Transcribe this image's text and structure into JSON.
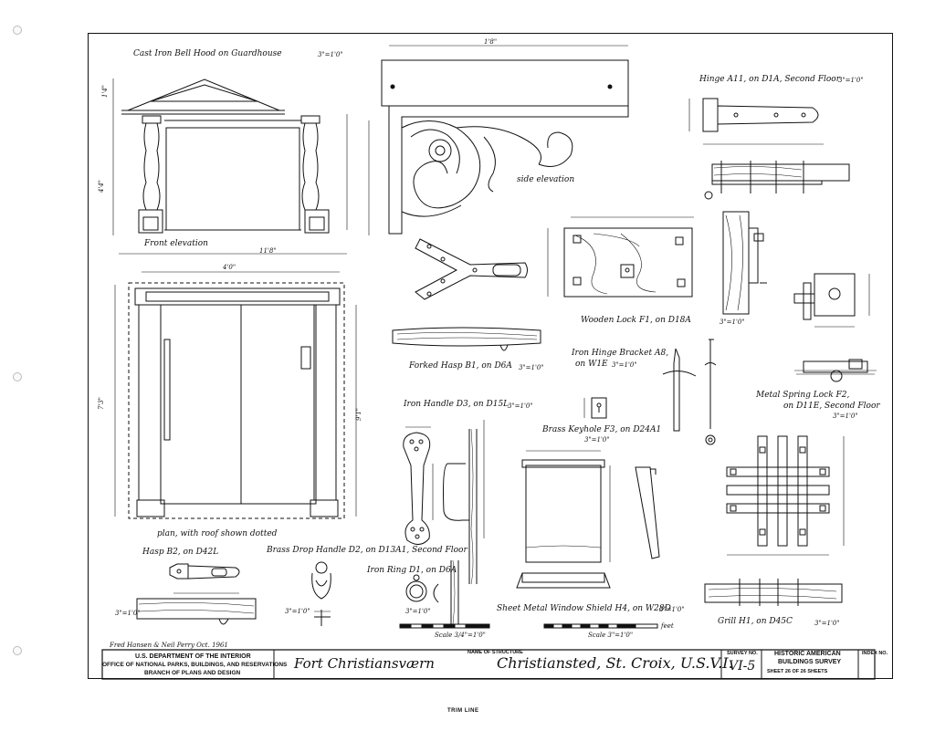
{
  "drawings": {
    "bell_hood_title": "Cast Iron Bell Hood on Guardhouse",
    "bell_hood_scale": "3\"=1'0\"",
    "front_elevation": "Front elevation",
    "plan_note": "plan, with roof shown dotted",
    "side_elevation": "side elevation",
    "hinge_a11": "Hinge A11, on D1A, Second Floor",
    "hinge_a11_scale": "3\"=1'0\"",
    "wooden_lock": "Wooden Lock F1, on D18A",
    "wooden_lock_scale": "3\"=1'0\"",
    "forked_hasp": "Forked Hasp B1, on D6A",
    "forked_hasp_scale": "3\"=1'0\"",
    "iron_hinge_bracket": "Iron Hinge Bracket A8,",
    "iron_hinge_bracket_line2": "on W1E",
    "iron_hinge_bracket_scale": "3\"=1'0\"",
    "metal_spring_lock": "Metal Spring Lock F2,",
    "metal_spring_lock_line2": "on D11E, Second Floor",
    "metal_spring_lock_scale": "3\"=1'0\"",
    "iron_handle": "Iron Handle D3, on D15L",
    "iron_handle_scale": "3\"=1'0\"",
    "brass_keyhole": "Brass Keyhole F3, on D24A1",
    "brass_keyhole_scale": "3\"=1'0\"",
    "hasp_b2": "Hasp B2, on D42L",
    "hasp_b2_scale": "3\"=1'0\"",
    "brass_drop_handle": "Brass Drop Handle D2, on D13A1, Second Floor",
    "brass_drop_handle_scale": "3\"=1'0\"",
    "iron_ring": "Iron Ring D1, on D6A",
    "iron_ring_scale": "3\"=1'0\"",
    "sheet_metal_shield": "Sheet Metal Window Shield H4, on W28D",
    "sheet_metal_shield_scale": "3\"=1'0\"",
    "grill": "Grill H1, on D45C",
    "grill_scale": "3\"=1'0\"",
    "scale_bar_1": "Scale 3/4\"=1'0\"",
    "scale_bar_2": "Scale 3\"=1'0\"",
    "feet": "feet",
    "dim_labels": [
      "1'4\"",
      "4'4\"",
      "11'8\"",
      "4'0\"",
      "1'8\"",
      "7'3\"",
      "9'1\""
    ]
  },
  "title_block": {
    "drawn_by": "Fred Hansen & Neil Perry  Oct. 1961",
    "dept_line1": "U.S. DEPARTMENT OF THE INTERIOR",
    "dept_line2": "OFFICE OF NATIONAL PARKS, BUILDINGS, AND RESERVATIONS",
    "dept_line3": "BRANCH OF PLANS AND DESIGN",
    "structure_name": "Fort Christiansværn",
    "name_of_structure_label": "NAME OF STRUCTURE",
    "location": "Christiansted, St. Croix, U.S.V.I.",
    "survey_no_label": "SURVEY NO.",
    "survey_no": "VI-5",
    "habs_line1": "HISTORIC AMERICAN",
    "habs_line2": "BUILDINGS SURVEY",
    "sheet_text": "SHEET 26 OF 26 SHEETS",
    "index_no_label": "INDEX NO."
  },
  "trim_line": "TRIM LINE"
}
